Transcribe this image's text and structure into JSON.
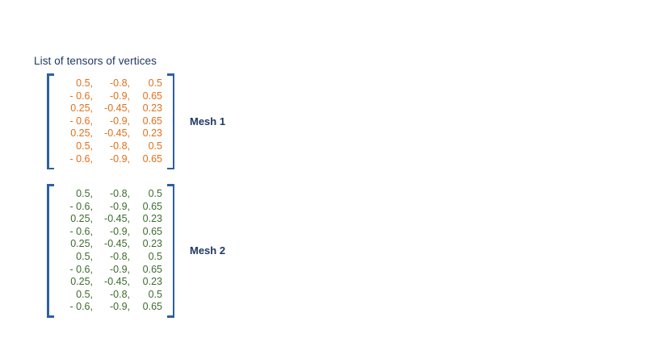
{
  "page": {
    "title": "List of tensors of vertices",
    "background_color": "#ffffff",
    "title_color": "#1F3864",
    "bracket_color": "#2E5FA3"
  },
  "meshes": [
    {
      "label": "Mesh 1",
      "text_color": "#E0701A",
      "rows": [
        {
          "c0": "0.5,",
          "c1": "-0.8,",
          "c2": "0.5"
        },
        {
          "c0": "- 0.6,",
          "c1": "-0.9,",
          "c2": "0.65"
        },
        {
          "c0": "0.25,",
          "c1": "-0.45,",
          "c2": "0.23"
        },
        {
          "c0": "- 0.6,",
          "c1": "-0.9,",
          "c2": "0.65"
        },
        {
          "c0": "0.25,",
          "c1": "-0.45,",
          "c2": "0.23"
        },
        {
          "c0": "0.5,",
          "c1": "-0.8,",
          "c2": "0.5"
        },
        {
          "c0": "- 0.6,",
          "c1": "-0.9,",
          "c2": "0.65"
        }
      ]
    },
    {
      "label": "Mesh 2",
      "text_color": "#3D6B2E",
      "rows": [
        {
          "c0": "0.5,",
          "c1": "-0.8,",
          "c2": "0.5"
        },
        {
          "c0": "- 0.6,",
          "c1": "-0.9,",
          "c2": "0.65"
        },
        {
          "c0": "0.25,",
          "c1": "-0.45,",
          "c2": "0.23"
        },
        {
          "c0": "- 0.6,",
          "c1": "-0.9,",
          "c2": "0.65"
        },
        {
          "c0": "0.25,",
          "c1": "-0.45,",
          "c2": "0.23"
        },
        {
          "c0": "0.5,",
          "c1": "-0.8,",
          "c2": "0.5"
        },
        {
          "c0": "- 0.6,",
          "c1": "-0.9,",
          "c2": "0.65"
        },
        {
          "c0": "0.25,",
          "c1": "-0.45,",
          "c2": "0.23"
        },
        {
          "c0": "0.5,",
          "c1": "-0.8,",
          "c2": "0.5"
        },
        {
          "c0": "- 0.6,",
          "c1": "-0.9,",
          "c2": "0.65"
        }
      ]
    }
  ]
}
